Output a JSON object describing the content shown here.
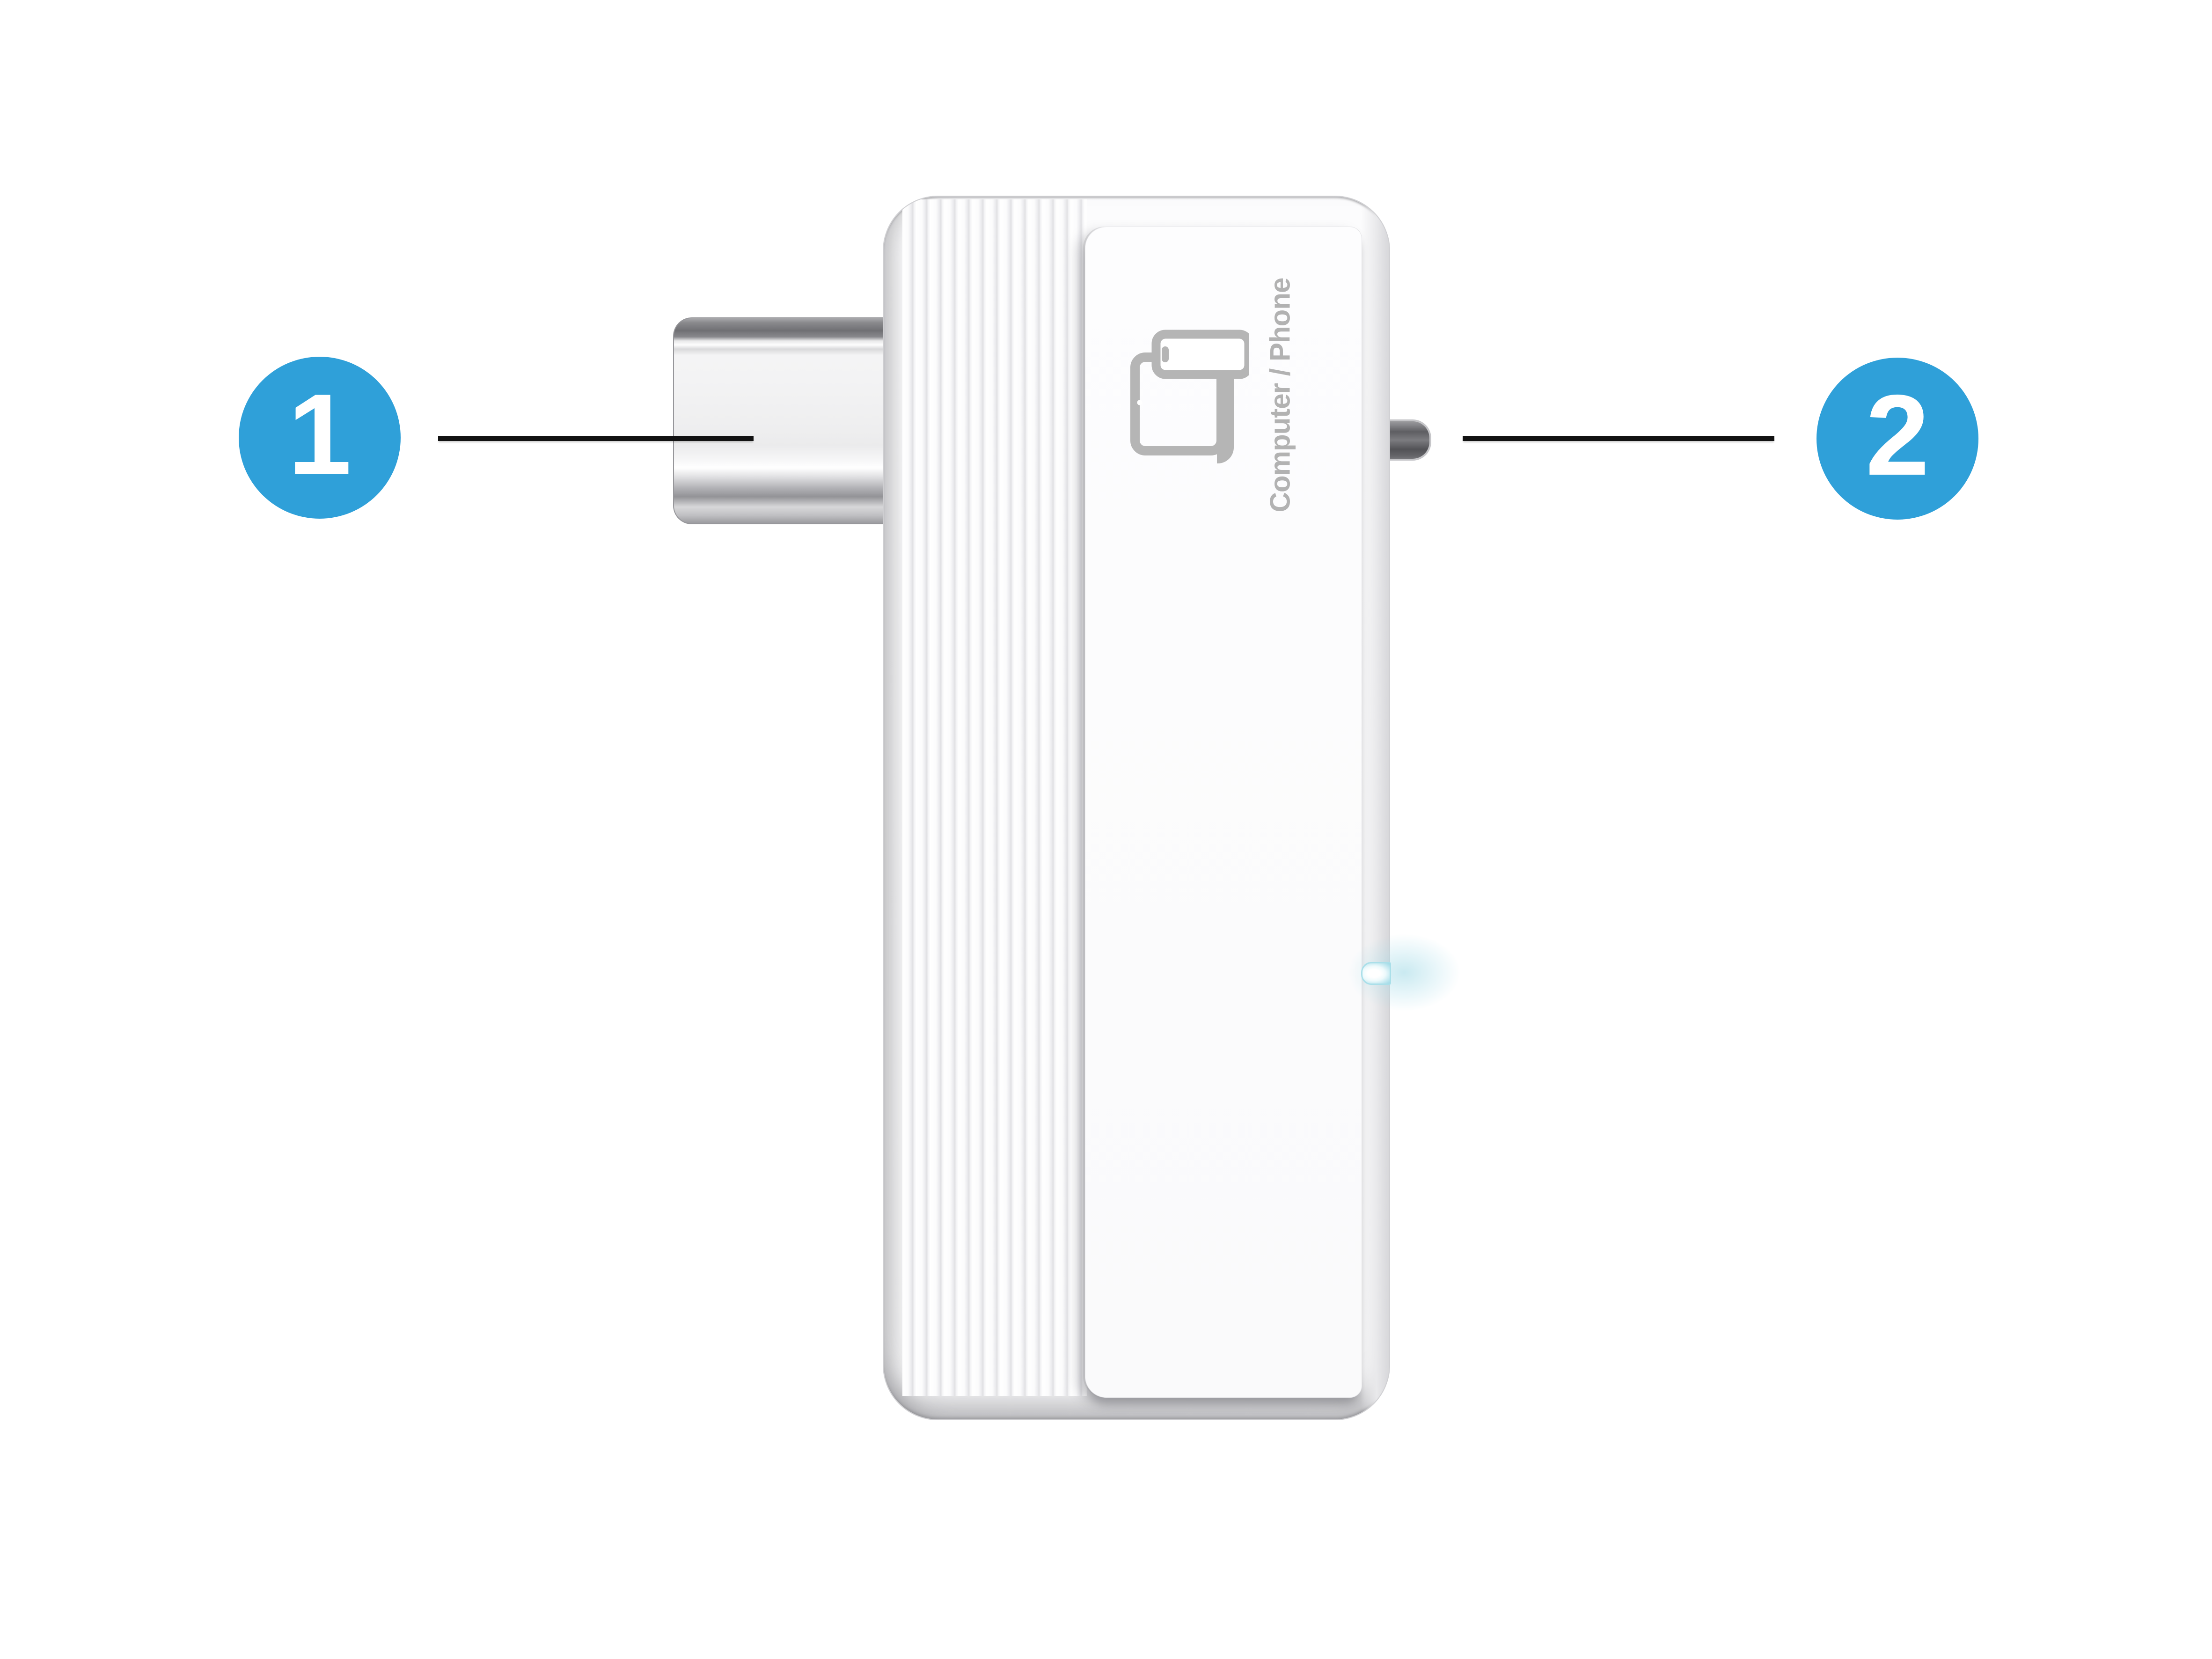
{
  "diagram": {
    "callouts": [
      {
        "number": "1"
      },
      {
        "number": "2"
      }
    ],
    "device": {
      "panel_label": "Computer / Phone"
    },
    "colors": {
      "background": "#ffffff",
      "callout_blue": "#2fa0d9",
      "callout_number": "#ffffff",
      "callout_line_black": "#121212",
      "panel_label_gray": "#b2b2b2",
      "icon_gray": "#b5b5b5",
      "led_cyan": "#9ed8e5",
      "reset_button_gray": "#5e5e62",
      "usb_plug_silver": "#eeeeef",
      "device_body_white": "#fbfbfc"
    }
  }
}
